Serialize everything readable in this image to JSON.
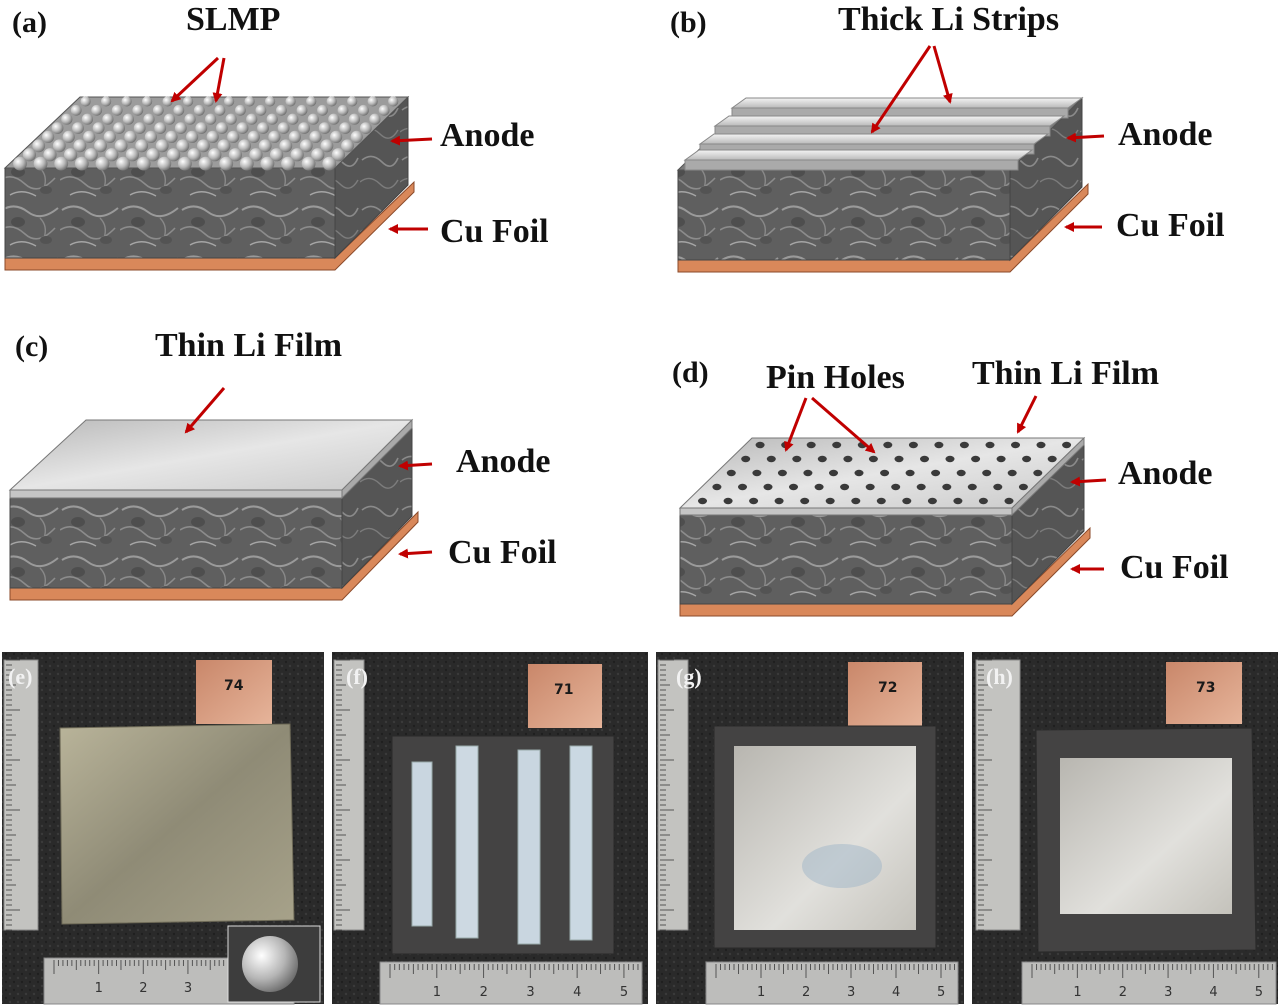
{
  "panels": {
    "a": {
      "letter": "(a)",
      "callout": "SLMP",
      "anode": "Anode",
      "foil": "Cu Foil"
    },
    "b": {
      "letter": "(b)",
      "callout": "Thick Li Strips",
      "anode": "Anode",
      "foil": "Cu Foil"
    },
    "c": {
      "letter": "(c)",
      "callout": "Thin Li Film",
      "anode": "Anode",
      "foil": "Cu Foil"
    },
    "d": {
      "letter": "(d)",
      "callout_1": "Pin Holes",
      "callout_2": "Thin Li Film",
      "anode": "Anode",
      "foil": "Cu Foil"
    }
  },
  "photos": [
    {
      "letter": "(e)",
      "tab_text": "74"
    },
    {
      "letter": "(f)",
      "tab_text": "71"
    },
    {
      "letter": "(g)",
      "tab_text": "72"
    },
    {
      "letter": "(h)",
      "tab_text": "73"
    }
  ],
  "ruler_ticks": [
    "1",
    "2",
    "3",
    "4",
    "5"
  ],
  "colors": {
    "arrow": "#c00000",
    "copper": "#d9885a",
    "anode_gray": "#6e6e6e",
    "lithium": "#d8d8d8",
    "photo_background": "#2c2c2c"
  }
}
